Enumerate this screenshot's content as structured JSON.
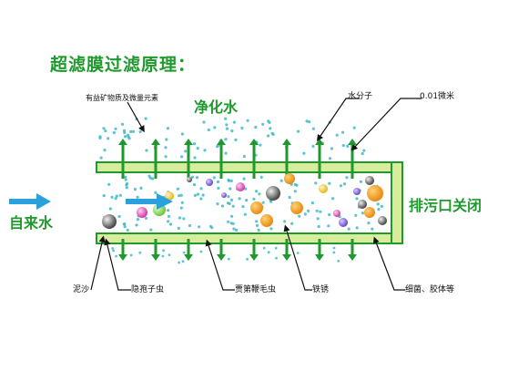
{
  "title": "超滤膜过滤原理：",
  "labels": {
    "clean_water": "净化水",
    "tap_water": "自来水",
    "drain_closed": "排污口关闭",
    "minerals": "有益矿物质及微量元素",
    "water_molecule": "水分子",
    "micron": "0.01微米",
    "sand": "泥沙",
    "spores": "隐孢子虫",
    "worms": "贾第鞭毛虫",
    "rust": "铁锈",
    "bacteria": "细菌、胶体等"
  },
  "colors": {
    "green": "#1e9a2c",
    "membrane_fill": "#d7ec9c",
    "inflow_arrow": "#2aa0dc",
    "water_dot": "#3fb8c8"
  }
}
